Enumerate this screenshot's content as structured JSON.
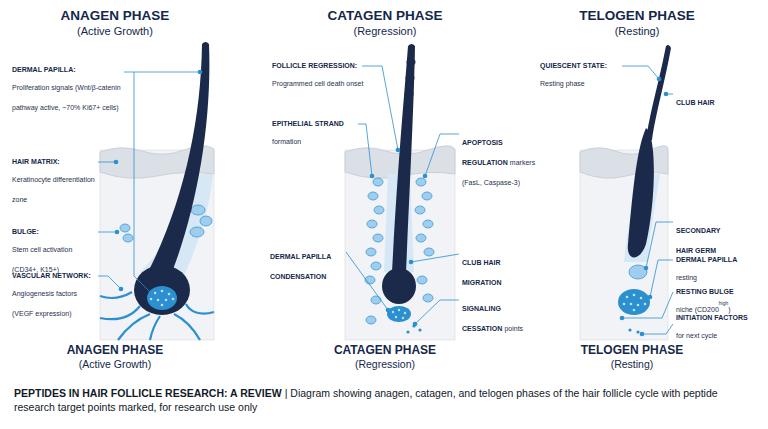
{
  "diagram": {
    "title": "PEPTIDES IN HAIR FOLLICLE RESEARCH: A REVIEW",
    "caption": "| Diagram showing anagen, catagen, and telogen phases of the hair follicle cycle with peptide research target points marked, for research use only",
    "labels": [
      "ANAGEN PHASE",
      "(Active Growth)",
      "CATAGEN PHASE",
      "(Regression)",
      "TELOGEN PHASE",
      "(Resting)",
      "DERMAL PAPILLA:",
      "Proliferation signals (Wnt/β-catenin pathway active, ~70% Ki67+ cells)",
      "HAIR MATRIX:",
      "Keratinocyte differentiation zone",
      "BULGE:",
      "Stem cell activation (CD34+, K15+)",
      "VASCULAR NETWORK:",
      "Angiogenesis factors (VEGF expression)",
      "FOLLICLE REGRESSION:",
      "Programmed cell death onset",
      "EPITHELIAL STRAND",
      "formation",
      "APOPTOSIS REGULATION",
      "markers (FasL, Caspase-3)",
      "DERMAL PAPILLA CONDENSATION",
      "CLUB HAIR MIGRATION",
      "SIGNALING CESSATION",
      "points",
      "QUIESCENT STATE:",
      "Resting phase",
      "CLUB HAIR",
      "SECONDARY HAIR GERM",
      "DERMAL PAPILLA",
      "resting",
      "RESTING BULGE",
      "niche (CD200",
      "high",
      ")",
      "INITIATION FACTORS",
      "for next cycle",
      "ANAGEN PHASE",
      "(Active Growth)",
      "CATAGEN PHASE",
      "(Regression)",
      "TELOGEN PHASE",
      "(Resting)"
    ]
  }
}
